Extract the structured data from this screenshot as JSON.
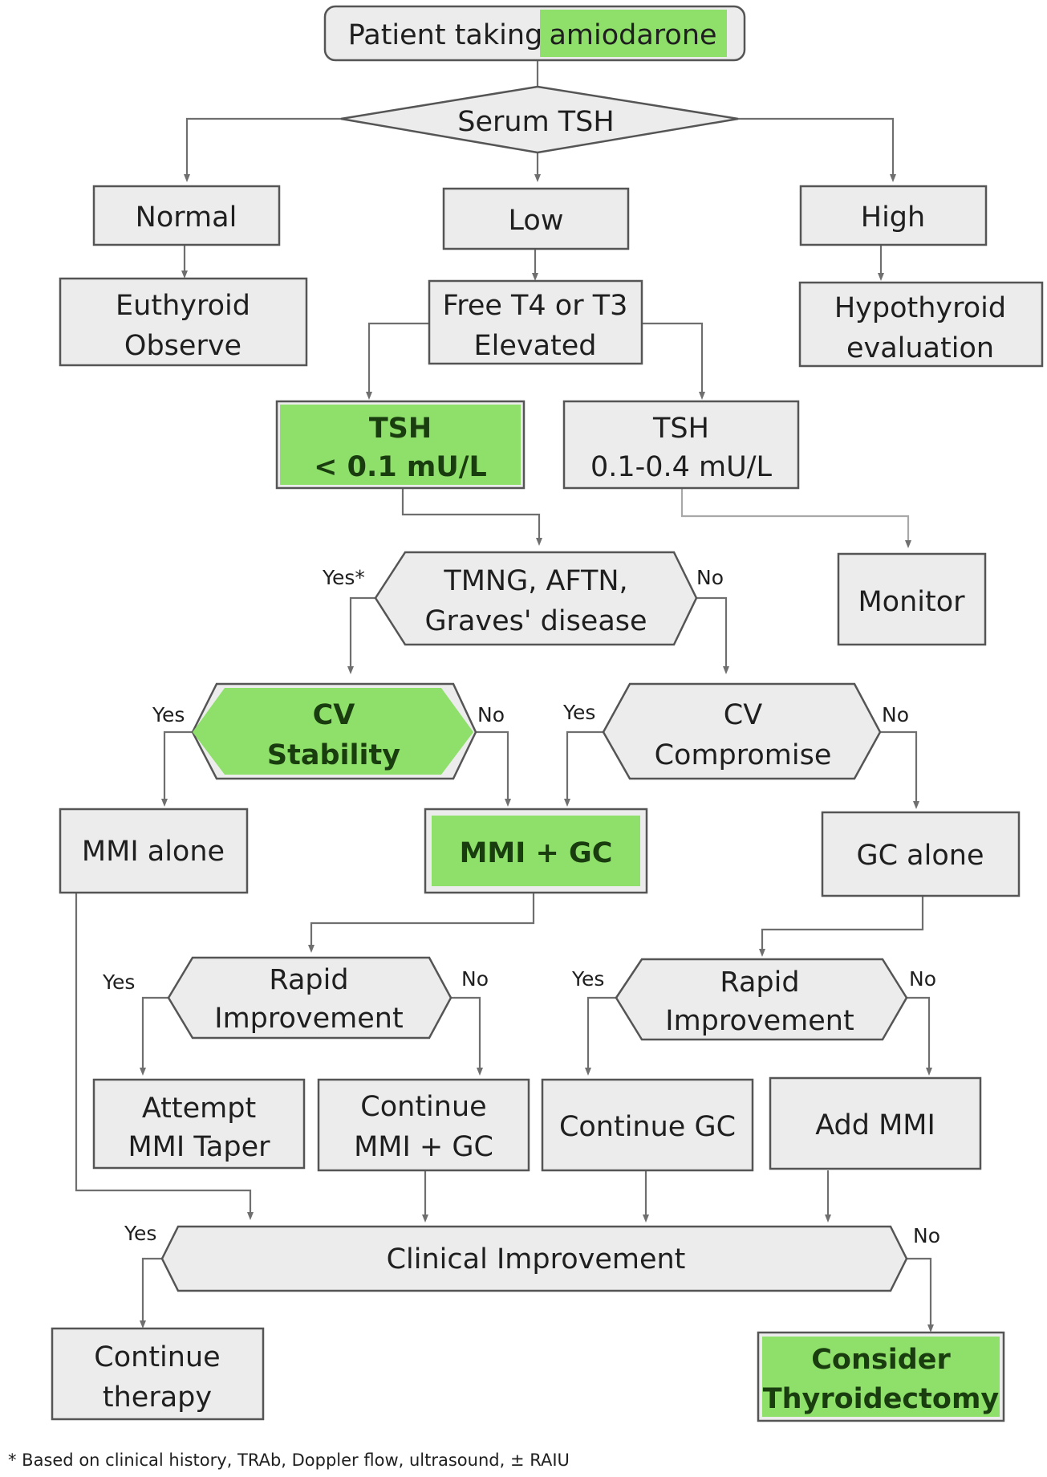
{
  "colors": {
    "box_fill": "#ececec",
    "box_stroke": "#555555",
    "highlight_fill": "#8fe06a",
    "line": "#6f6f6f"
  },
  "nodes": {
    "start": {
      "line1": "Patient taking",
      "line2": "amiodarone"
    },
    "serum_tsh": {
      "text": "Serum TSH"
    },
    "normal": {
      "text": "Normal"
    },
    "low": {
      "text": "Low"
    },
    "high": {
      "text": "High"
    },
    "euthyroid": {
      "line1": "Euthyroid",
      "line2": "Observe"
    },
    "free_t4": {
      "line1": "Free T4 or T3",
      "line2": "Elevated"
    },
    "hypothyroid": {
      "line1": "Hypothyroid",
      "line2": "evaluation"
    },
    "tsh_low": {
      "line1": "TSH",
      "line2": "< 0.1 mU/L"
    },
    "tsh_mid": {
      "line1": "TSH",
      "line2": "0.1-0.4 mU/L"
    },
    "tmng": {
      "line1": "TMNG, AFTN,",
      "line2": "Graves' disease"
    },
    "monitor": {
      "text": "Monitor"
    },
    "cv_stability": {
      "line1": "CV",
      "line2": "Stability"
    },
    "cv_compromise": {
      "line1": "CV",
      "line2": "Compromise"
    },
    "mmi_alone": {
      "text": "MMI alone"
    },
    "mmi_gc": {
      "text": "MMI + GC"
    },
    "gc_alone": {
      "text": "GC alone"
    },
    "rapid_left": {
      "line1": "Rapid",
      "line2": "Improvement"
    },
    "rapid_right": {
      "line1": "Rapid",
      "line2": "Improvement"
    },
    "attempt_taper": {
      "line1": "Attempt",
      "line2": "MMI Taper"
    },
    "continue_mmi_gc": {
      "line1": "Continue",
      "line2": "MMI + GC"
    },
    "continue_gc": {
      "text": "Continue GC"
    },
    "add_mmi": {
      "text": "Add MMI"
    },
    "clinical_improvement": {
      "text": "Clinical Improvement"
    },
    "continue_therapy": {
      "line1": "Continue",
      "line2": "therapy"
    },
    "consider_thyroidectomy": {
      "line1": "Consider",
      "line2": "Thyroidectomy"
    }
  },
  "edge_labels": {
    "tmng_yes": "Yes*",
    "tmng_no": "No",
    "cvs_yes": "Yes",
    "cvs_no": "No",
    "cvc_yes": "Yes",
    "cvc_no": "No",
    "rapid_left_yes": "Yes",
    "rapid_left_no": "No",
    "rapid_right_yes": "Yes",
    "rapid_right_no": "No",
    "clinical_yes": "Yes",
    "clinical_no": "No"
  },
  "footnote": "* Based on clinical history, TRAb, Doppler flow, ultrasound, ± RAIU"
}
